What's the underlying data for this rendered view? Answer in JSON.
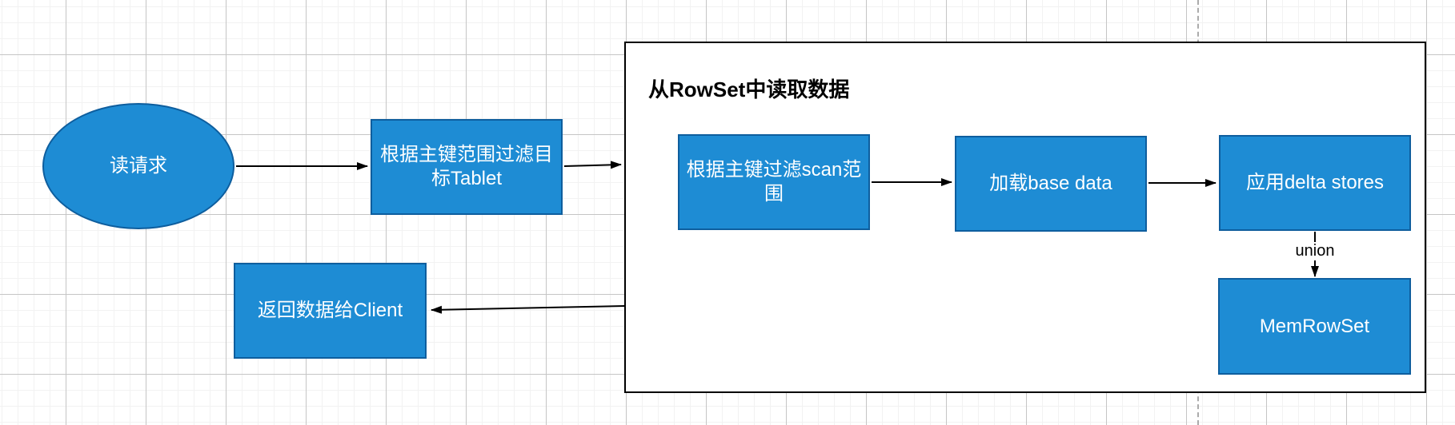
{
  "diagram": {
    "container": {
      "title": "从RowSet中读取数据"
    },
    "nodes": {
      "read_request": "读请求",
      "filter_tablet": "根据主键范围过滤目标Tablet",
      "filter_scan": "根据主键过滤scan范围",
      "load_base_data": "加载base data",
      "apply_delta_stores": "应用delta stores",
      "mem_rowset": "MemRowSet",
      "return_client": "返回数据给Client"
    },
    "edge_labels": {
      "union": "union"
    },
    "colors": {
      "node_fill": "#1e8cd4",
      "node_stroke": "#0e5e9e",
      "container_border": "#000000",
      "edge": "#000000",
      "grid_minor": "#f2f2f2",
      "grid_major": "#c5c5c5",
      "page_break": "#ababab"
    }
  }
}
